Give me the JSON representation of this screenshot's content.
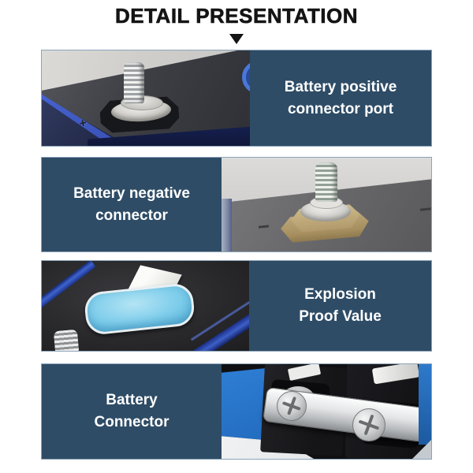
{
  "page": {
    "title": "DETAIL PRESENTATION"
  },
  "colors": {
    "page_bg": "#ffffff",
    "title_text": "#141414",
    "label_box_bg": "#2e4c66",
    "label_text": "#ffffff",
    "row_border": "#8da4b8",
    "accent_blue": "#2e7fd6",
    "valve_blue": "#7ecdeb",
    "gasket_tan": "#a78f5f"
  },
  "rows": [
    {
      "id": "positive-connector",
      "layout": "photo-left",
      "label": "Battery positive\nconnector port",
      "photo": "battery-positive-terminal-photo"
    },
    {
      "id": "negative-connector",
      "layout": "label-left",
      "label": "Battery negative\nconnector",
      "photo": "battery-negative-terminal-photo"
    },
    {
      "id": "explosion-valve",
      "layout": "photo-left",
      "label": "Explosion\nProof Value",
      "photo": "explosion-proof-valve-photo"
    },
    {
      "id": "battery-connector",
      "layout": "label-left",
      "label": "Battery\nConnector",
      "photo": "battery-busbar-connector-photo"
    }
  ]
}
